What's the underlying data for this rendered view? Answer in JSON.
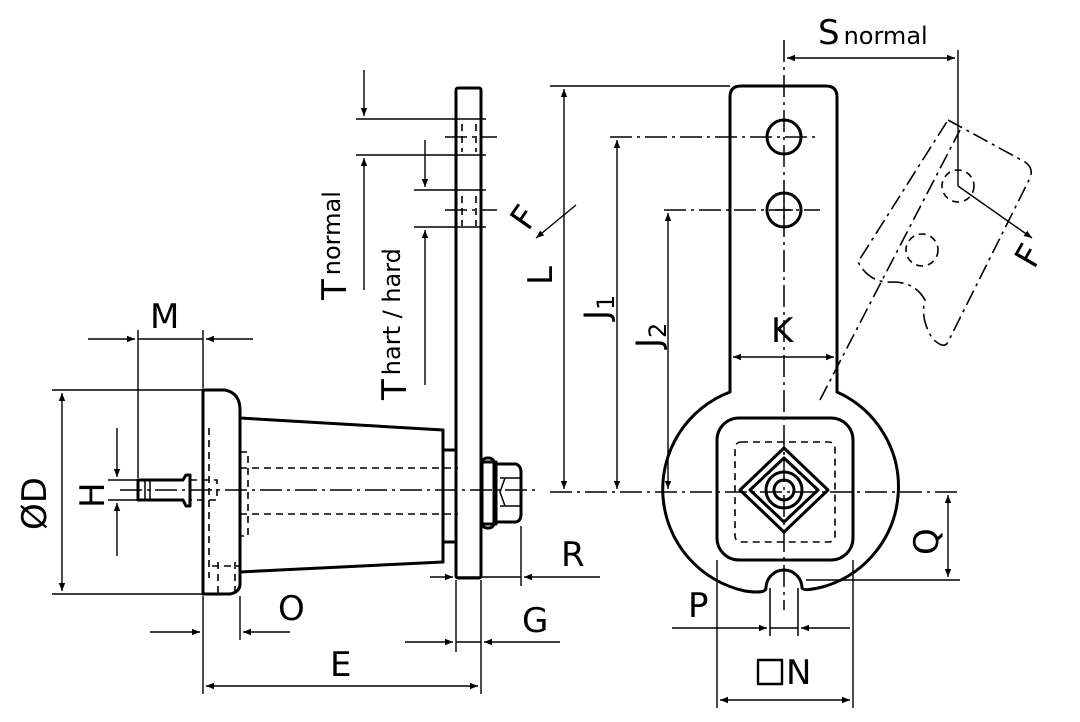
{
  "labels": {
    "S": "S",
    "S_sub": "normal",
    "T_normal": "T",
    "T_normal_sub": "normal",
    "T_hard": "T",
    "T_hard_sub": "hart / hard",
    "F_left": "F",
    "F_right": "F",
    "L": "L",
    "J1": "J",
    "J1_sub": "1",
    "J2": "J",
    "J2_sub": "2",
    "K": "K",
    "M": "M",
    "D": "ØD",
    "H": "H",
    "R": "R",
    "O": "O",
    "G": "G",
    "E": "E",
    "P": "P",
    "Q": "Q",
    "N": "N"
  }
}
